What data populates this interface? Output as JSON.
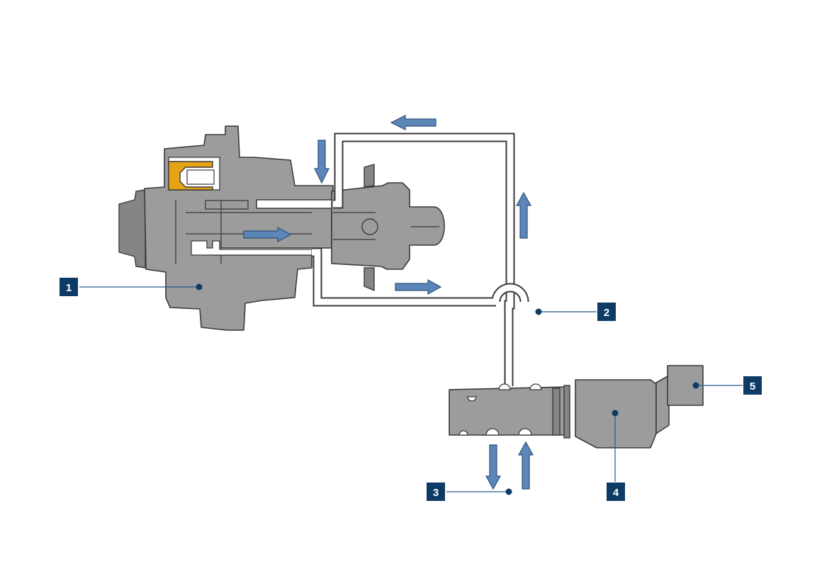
{
  "diagram": {
    "callouts": [
      {
        "id": "1",
        "label": "1"
      },
      {
        "id": "2",
        "label": "2"
      },
      {
        "id": "3",
        "label": "3"
      },
      {
        "id": "4",
        "label": "4"
      },
      {
        "id": "5",
        "label": "5"
      }
    ],
    "colors": {
      "callout": "#0d3b66",
      "body": "#9c9c9c",
      "arrow": "#5b86b7",
      "piston": "#e7a316",
      "outline": "#3a3a3a"
    }
  }
}
